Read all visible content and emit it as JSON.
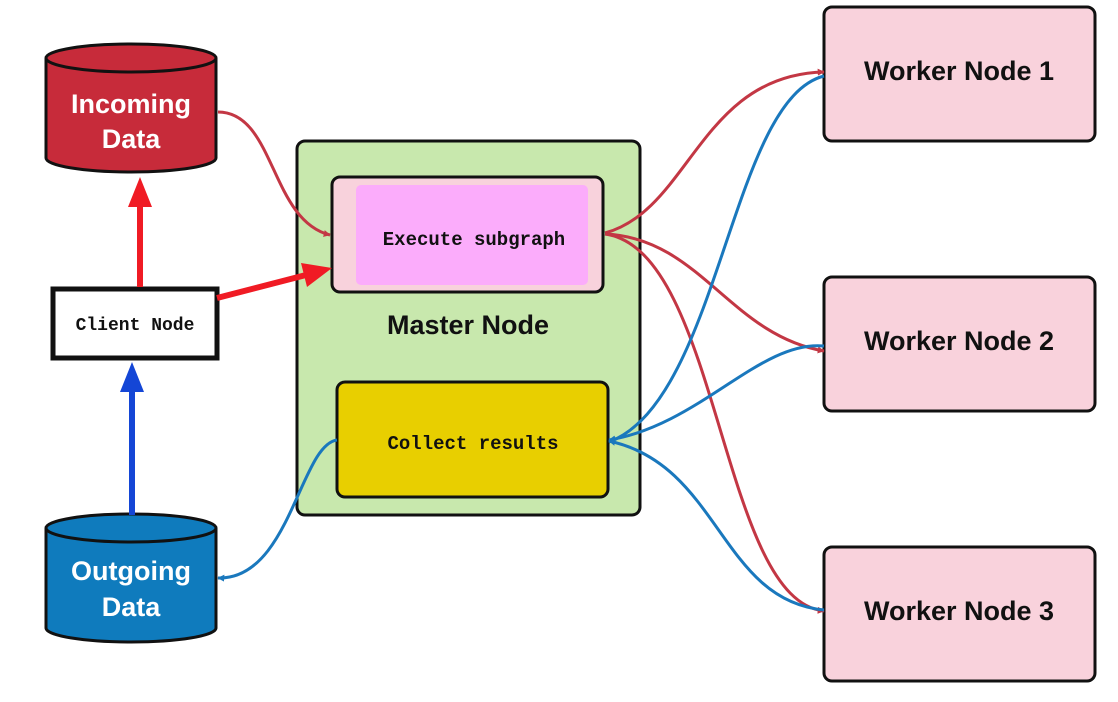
{
  "incoming_data": {
    "label_line1": "Incoming",
    "label_line2": "Data"
  },
  "outgoing_data": {
    "label_line1": "Outgoing",
    "label_line2": "Data"
  },
  "client_node": {
    "label": "Client Node"
  },
  "master_node": {
    "label": "Master Node",
    "execute": {
      "label": "Execute subgraph"
    },
    "collect": {
      "label": "Collect results"
    }
  },
  "workers": [
    {
      "label": "Worker Node 1"
    },
    {
      "label": "Worker Node 2"
    },
    {
      "label": "Worker Node 3"
    }
  ],
  "colors": {
    "incoming": "#c72b3a",
    "outgoing": "#0f7bbd",
    "red_arrow": "#c33744",
    "bright_red_arrow": "#f01b24",
    "blue_arrow": "#1a78bd",
    "dark_blue_arrow": "#1446d6",
    "master_fill": "#c8e8ad",
    "execute_outer": "#f8d2dc",
    "execute_inner": "#fbacfb",
    "collect_fill": "#e8cf00",
    "worker_fill": "#f9d2dc"
  }
}
